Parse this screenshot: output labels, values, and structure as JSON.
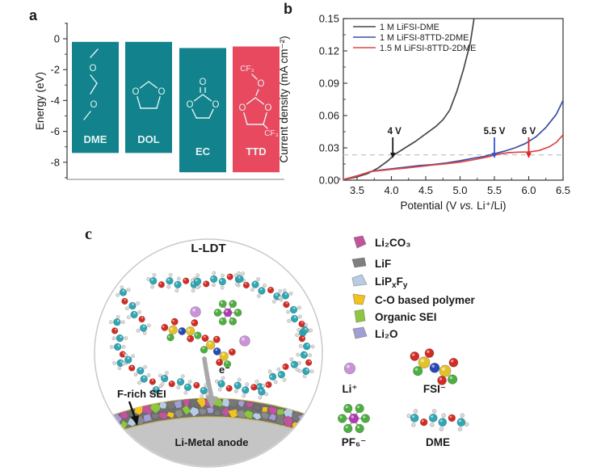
{
  "figure": {
    "panel_a_label": "a",
    "panel_b_label": "b",
    "panel_c_label": "c"
  },
  "chart_data": [
    {
      "id": "panel_a",
      "type": "bar",
      "title": "",
      "xlabel": "",
      "ylabel": "Energy (eV)",
      "yticks": [
        0,
        -2,
        -4,
        -6,
        -8
      ],
      "ylim": [
        1.2,
        -9.3
      ],
      "grid": false,
      "categories": [
        "DME",
        "DOL",
        "EC",
        "TTD"
      ],
      "bars": [
        {
          "label": "DME",
          "top_eV": -0.2,
          "bottom_eV": -7.4,
          "color": "#12828c"
        },
        {
          "label": "DOL",
          "top_eV": -0.2,
          "bottom_eV": -7.4,
          "color": "#12828c"
        },
        {
          "label": "EC",
          "top_eV": -0.6,
          "bottom_eV": -8.65,
          "color": "#12828c"
        },
        {
          "label": "TTD",
          "top_eV": -0.5,
          "bottom_eV": -8.65,
          "color": "#e8495f"
        }
      ],
      "atom_label_o": "O",
      "cf3_label": "CF₃"
    },
    {
      "id": "panel_b",
      "type": "line",
      "title": "",
      "xlabel": "Potential (V vs. Li⁺/Li)",
      "ylabel": "Current density (mA cm⁻²)",
      "xlim": [
        3.3,
        6.5
      ],
      "ylim": [
        0,
        0.15
      ],
      "xticks": [
        "3.5",
        "4.0",
        "4.5",
        "5.0",
        "5.5",
        "6.0",
        "6.5"
      ],
      "xtick_values": [
        3.5,
        4.0,
        4.5,
        5.0,
        5.5,
        6.0,
        6.5
      ],
      "yticks": [
        "0.00",
        "0.03",
        "0.06",
        "0.09",
        "0.12",
        "0.15"
      ],
      "ytick_values": [
        0,
        0.03,
        0.06,
        0.09,
        0.12,
        0.15
      ],
      "grid": false,
      "legend_position": "top-left",
      "reference_line_y": 0.0235,
      "series": [
        {
          "name": "1 M LiFSI-DME",
          "color": "#474747",
          "points": [
            [
              3.3,
              0.0005
            ],
            [
              3.5,
              0.003
            ],
            [
              3.65,
              0.006
            ],
            [
              3.8,
              0.011
            ],
            [
              3.95,
              0.018
            ],
            [
              4.05,
              0.024
            ],
            [
              4.2,
              0.03
            ],
            [
              4.35,
              0.036
            ],
            [
              4.5,
              0.043
            ],
            [
              4.65,
              0.05
            ],
            [
              4.75,
              0.056
            ],
            [
              4.85,
              0.065
            ],
            [
              4.95,
              0.082
            ],
            [
              5.05,
              0.103
            ],
            [
              5.15,
              0.128
            ],
            [
              5.24,
              0.165
            ]
          ]
        },
        {
          "name": "1 M LiFSI-8TTD-2DME",
          "color": "#3b4ea5",
          "points": [
            [
              3.3,
              0.0005
            ],
            [
              3.5,
              0.004
            ],
            [
              3.7,
              0.008
            ],
            [
              3.85,
              0.0095
            ],
            [
              4.0,
              0.0105
            ],
            [
              4.2,
              0.012
            ],
            [
              4.4,
              0.0135
            ],
            [
              4.6,
              0.0145
            ],
            [
              4.8,
              0.016
            ],
            [
              5.0,
              0.018
            ],
            [
              5.2,
              0.0205
            ],
            [
              5.35,
              0.022
            ],
            [
              5.5,
              0.0245
            ],
            [
              5.65,
              0.027
            ],
            [
              5.8,
              0.03
            ],
            [
              5.95,
              0.034
            ],
            [
              6.1,
              0.04
            ],
            [
              6.25,
              0.049
            ],
            [
              6.4,
              0.061
            ],
            [
              6.5,
              0.074
            ]
          ]
        },
        {
          "name": "1.5 M LiFSI-8TTD-2DME",
          "color": "#e04545",
          "points": [
            [
              3.3,
              0.0005
            ],
            [
              3.5,
              0.004
            ],
            [
              3.7,
              0.008
            ],
            [
              3.85,
              0.009
            ],
            [
              4.0,
              0.01
            ],
            [
              4.2,
              0.0112
            ],
            [
              4.4,
              0.0125
            ],
            [
              4.6,
              0.014
            ],
            [
              4.8,
              0.0152
            ],
            [
              5.0,
              0.0168
            ],
            [
              5.2,
              0.019
            ],
            [
              5.4,
              0.0215
            ],
            [
              5.55,
              0.024
            ],
            [
              5.7,
              0.0255
            ],
            [
              5.85,
              0.026
            ],
            [
              6.0,
              0.0262
            ],
            [
              6.15,
              0.0275
            ],
            [
              6.3,
              0.031
            ],
            [
              6.4,
              0.035
            ],
            [
              6.5,
              0.042
            ]
          ]
        }
      ],
      "annotations": [
        {
          "text": "4 V",
          "x": 4.02,
          "color": "#1a1a1a"
        },
        {
          "text": "5.5 V",
          "x": 5.5,
          "color": "#3355cc"
        },
        {
          "text": "6 V",
          "x": 6.0,
          "color": "#e02525"
        }
      ]
    }
  ],
  "panel_c": {
    "title": "L-LDT",
    "f_rich_sei_label": "F-rich SEI",
    "anode_label": "Li-Metal anode",
    "electron_label": "e⁻",
    "sei_legend": [
      {
        "label": "Li₂CO₃",
        "color": "#c2549e"
      },
      {
        "label": "LiF",
        "color": "#7f7f7f"
      },
      {
        "label": "LiPxFy",
        "label_parts": [
          "LiP",
          "x",
          "F",
          "y"
        ],
        "color": "#b9cce6"
      },
      {
        "label": "C-O based polymer",
        "color": "#f2c21e"
      },
      {
        "label": "Organic SEI",
        "color": "#8dc63f"
      },
      {
        "label": "Li₂O",
        "color": "#a29ed6"
      }
    ],
    "species_legend": [
      {
        "label": "Li⁺"
      },
      {
        "label": "FSI⁻"
      },
      {
        "label": "PF₆⁻"
      },
      {
        "label": "DME"
      }
    ],
    "sei_tile_palette": [
      "#787878",
      "#f2c21e",
      "#a29ed6",
      "#8d8d8d",
      "#c2549e",
      "#8dc63f",
      "#6f6f6f",
      "#b9cce6",
      "#f2c21e",
      "#8a8a8a",
      "#c2549e",
      "#a29ed6",
      "#8dc63f",
      "#7b7b7b",
      "#b9cce6",
      "#c2549e"
    ],
    "atom_colors": {
      "C": "#2fa7b4",
      "O": "#d62b22",
      "H": "#d9d9d9",
      "S": "#e3c229",
      "N": "#2847b8",
      "F": "#4caf3f",
      "P": "#b03ab0",
      "Li": "#c993d6"
    },
    "circle_color": "#c9c9c9",
    "anode_fill": "#c5c5c5",
    "band_fill": "#6f6f6f",
    "band_edge": "#cbb85a",
    "arrow_color": "#a8a8a8"
  }
}
